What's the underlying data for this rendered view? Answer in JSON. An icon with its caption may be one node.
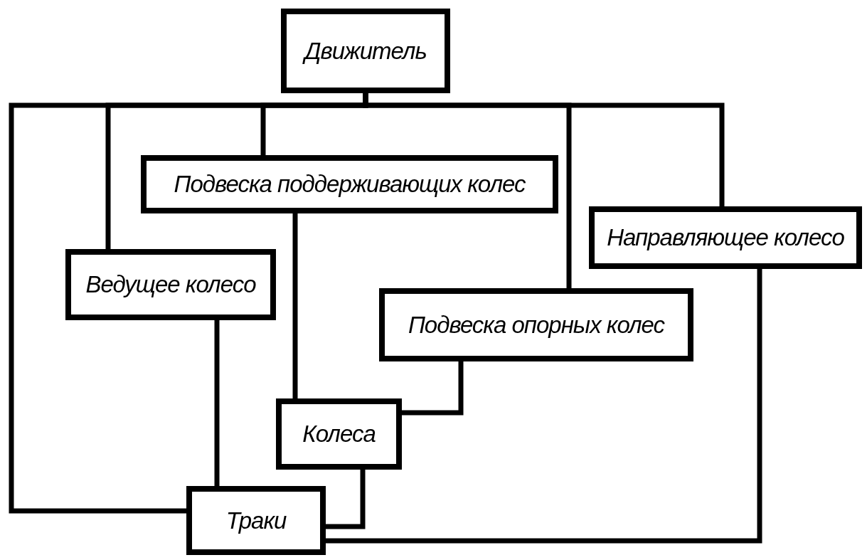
{
  "diagram": {
    "nodes": [
      {
        "text": [
          "Движитель"
        ]
      },
      {
        "text": [
          "Подвеска поддерживающих колес"
        ]
      },
      {
        "text": [
          "Направляющее колесо"
        ]
      },
      {
        "text": [
          "Ведущее колесо"
        ]
      },
      {
        "text": [
          "Подвеска опорных колес"
        ]
      },
      {
        "text": [
          "Колеса"
        ]
      },
      {
        "text": [
          "Траки"
        ]
      }
    ],
    "edges": [
      {
        "from": 0,
        "to": 6,
        "arrow": "none"
      },
      {
        "from": 0,
        "to": 3,
        "arrow": "none"
      },
      {
        "from": 0,
        "to": 1,
        "arrow": "none"
      },
      {
        "from": 0,
        "to": 4,
        "arrow": "none"
      },
      {
        "from": 0,
        "to": 2,
        "arrow": "none"
      },
      {
        "from": 1,
        "to": 5,
        "arrow": "none"
      },
      {
        "from": 3,
        "to": 6,
        "arrow": "none"
      },
      {
        "from": 4,
        "to": 5,
        "arrow": "none"
      },
      {
        "from": 5,
        "to": 6,
        "arrow": "none"
      },
      {
        "from": 2,
        "to": 6,
        "arrow": "none"
      }
    ]
  }
}
